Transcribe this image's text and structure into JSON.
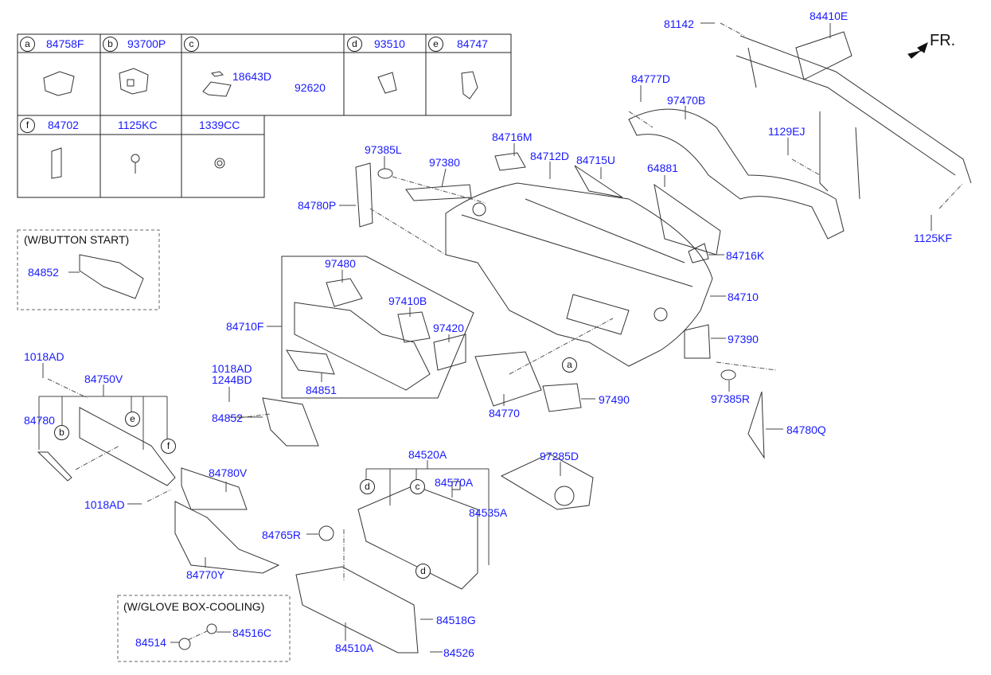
{
  "diagram": {
    "title": "Crash Pad (Instrument Panel) Parts Diagram",
    "orientation_marker": "FR.",
    "legend": {
      "row1": [
        {
          "key": "a",
          "part": "84758F"
        },
        {
          "key": "b",
          "part": "93700P"
        },
        {
          "key": "c",
          "part": "",
          "subparts": [
            "18643D",
            "92620"
          ]
        },
        {
          "key": "d",
          "part": "93510"
        },
        {
          "key": "e",
          "part": "84747"
        }
      ],
      "row2": [
        {
          "key": "f",
          "part": "84702"
        },
        {
          "key": "",
          "part": "1125KC"
        },
        {
          "key": "",
          "part": "1339CC"
        }
      ]
    },
    "optional_groups": {
      "button_start": {
        "title": "(W/BUTTON START)",
        "parts": [
          "84852"
        ]
      },
      "glove_box_cooling": {
        "title": "(W/GLOVE BOX-COOLING)",
        "parts": [
          "84514",
          "84516C"
        ]
      }
    },
    "callouts": {
      "p81142": "81142",
      "p84410E": "84410E",
      "p84777D": "84777D",
      "p97470B": "97470B",
      "p1129EJ": "1129EJ",
      "p1125KF": "1125KF",
      "p84716M": "84716M",
      "p84712D": "84712D",
      "p84715U": "84715U",
      "p64881": "64881",
      "p97385L": "97385L",
      "p97380": "97380",
      "p84780P": "84780P",
      "p84716K": "84716K",
      "p84710": "84710",
      "p97480": "97480",
      "p97410B": "97410B",
      "p97420": "97420",
      "p84710F": "84710F",
      "p84851": "84851",
      "p97390": "97390",
      "p97385R": "97385R",
      "p84770": "84770",
      "p97490": "97490",
      "p84780Q": "84780Q",
      "p1018AD_a": "1018AD",
      "p84750V": "84750V",
      "p84780": "84780",
      "p1018AD_b": "1018AD",
      "p1018AD_c": "1018AD",
      "p1244BD": "1244BD",
      "p84852": "84852",
      "p84780V": "84780V",
      "p84770Y": "84770Y",
      "p84765R": "84765R",
      "p84520A": "84520A",
      "p84570A": "84570A",
      "p84535A": "84535A",
      "p97285D": "97285D",
      "p84518G": "84518G",
      "p84510A": "84510A",
      "p84526": "84526"
    },
    "reference_circles": {
      "a_main": "a",
      "b_lower": "b",
      "e_lower": "e",
      "f_lower": "f",
      "d_glove1": "d",
      "c_glove": "c",
      "d_glove2": "d"
    },
    "colors": {
      "callout_text": "#1a1aff",
      "line_art": "#222222",
      "background": "#ffffff"
    }
  }
}
